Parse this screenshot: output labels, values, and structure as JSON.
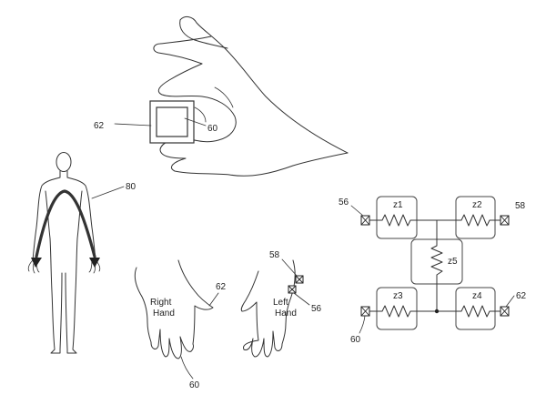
{
  "labels": {
    "ref_62_top": "62",
    "ref_60_top": "60",
    "ref_80": "80",
    "right_hand": [
      "Right",
      "Hand"
    ],
    "ref_62_right": "62",
    "ref_60_bottom": "60",
    "left_hand": [
      "Left",
      "Hand"
    ],
    "ref_58_hand": "58",
    "ref_56_hand": "56"
  },
  "circuit": {
    "ref_56": "56",
    "ref_58": "58",
    "ref_60": "60",
    "ref_62": "62",
    "impedances": [
      "z1",
      "z2",
      "z3",
      "z4",
      "z5"
    ]
  },
  "colors": {
    "line": "#333333",
    "background": "#ffffff"
  }
}
